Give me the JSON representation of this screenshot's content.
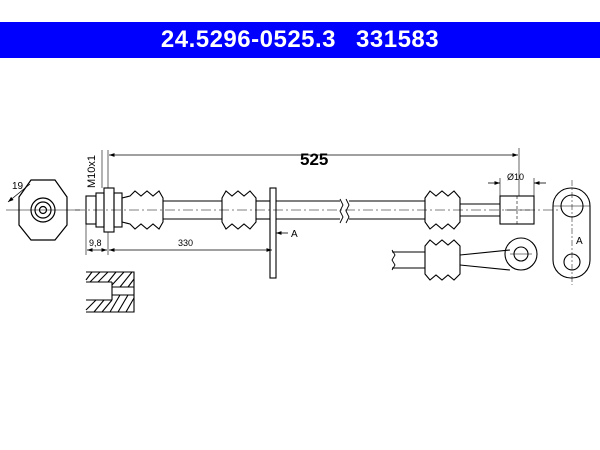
{
  "header": {
    "part_number": "24.5296-0525.3",
    "ref_number": "331583",
    "background_color": "#0000ff",
    "text_color": "#ffffff"
  },
  "dimensions": {
    "total_length": "525",
    "thread": "M10x1",
    "hex_size": "19",
    "fitting_offset": "9,8",
    "bracket_distance": "330",
    "eye_diameter": "Ø10"
  },
  "labels": {
    "section_a_bracket": "A",
    "section_a_view": "A"
  }
}
